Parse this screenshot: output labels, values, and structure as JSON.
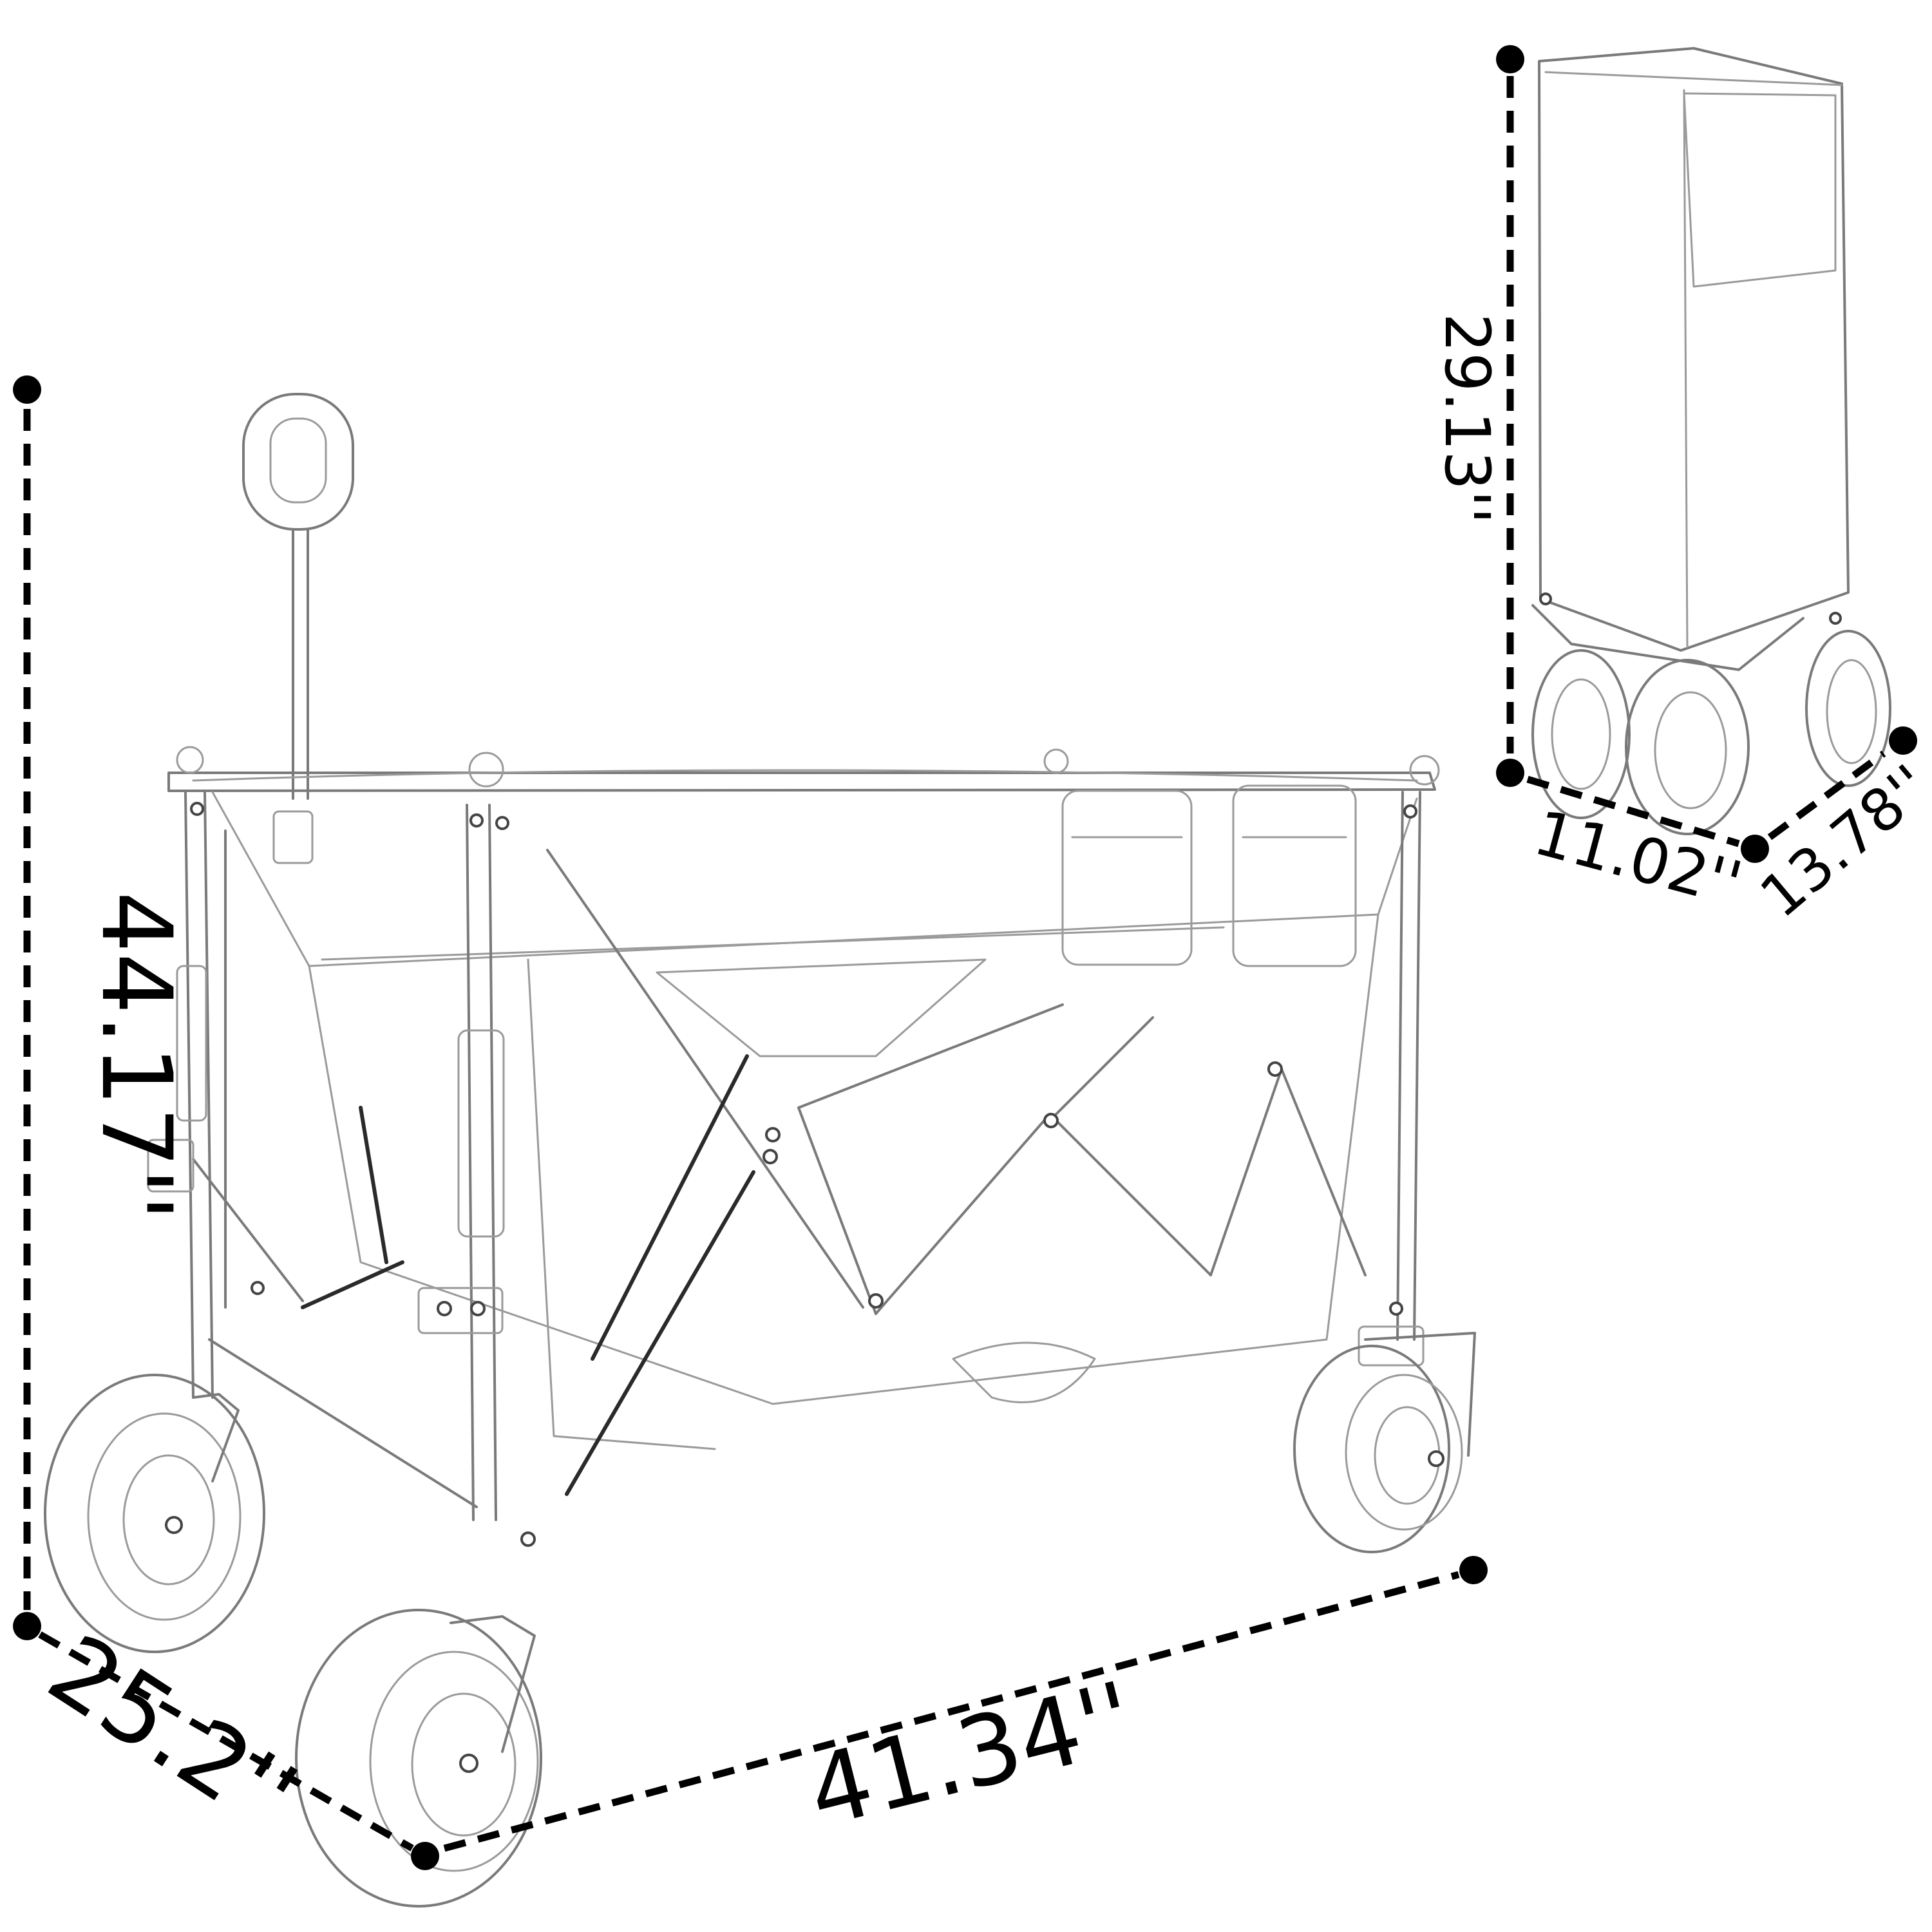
{
  "diagram": {
    "subject": "folding-wagon",
    "dimensions": {
      "height": "44.17''",
      "width": "25.2''",
      "length": "41.34''",
      "folded_height": "29.13''",
      "folded_width": "11.02''",
      "folded_depth": "13.78''"
    },
    "colors": {
      "dimension_line": "#000000",
      "sketch_line": "#7a7a7a"
    }
  }
}
